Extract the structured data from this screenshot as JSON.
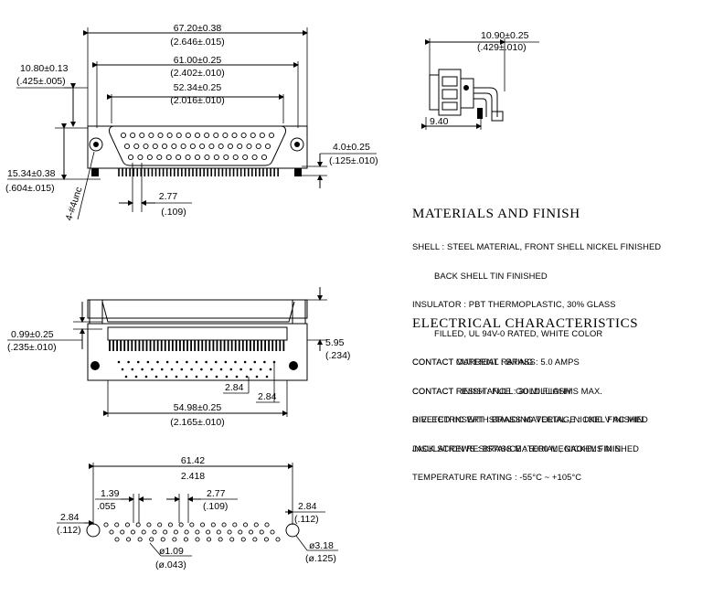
{
  "top_view": {
    "dim_overall": {
      "mm": "67.20±0.38",
      "in": "(2.646±.015)"
    },
    "dim_mount": {
      "mm": "61.00±0.25",
      "in": "(2.402±.010)"
    },
    "dim_shell": {
      "mm": "52.34±0.25",
      "in": "(2.016±.010)"
    },
    "dim_height": {
      "mm": "10.80±0.13",
      "in": "(.425±.005)"
    },
    "dim_depth": {
      "mm": "15.34±0.38",
      "in": "(.604±.015)"
    },
    "dim_pin_len": {
      "mm": "4.0±0.25",
      "in": "(.125±.010)"
    },
    "dim_pitch": {
      "mm": "2.77",
      "in": "(.109)"
    },
    "thread_label": "4-#4unc"
  },
  "side_view": {
    "dim_width": {
      "mm": "10.90±0.25",
      "in": "(.429±.010)"
    },
    "dim_offset": "9.40"
  },
  "front_view": {
    "dim_left": {
      "mm": "0.99±0.25",
      "in": "(.235±.010)"
    },
    "dim_right": {
      "mm": "5.95",
      "in": "(.234)"
    },
    "dim_row1": "2.84",
    "dim_row2": "2.84",
    "dim_bottom": {
      "mm": "54.98±0.25",
      "in": "(2.165±.010)"
    }
  },
  "pcb_layout": {
    "dim_total": {
      "mm": "61.42",
      "in": "2.418"
    },
    "dim_row_offset": {
      "mm": "1.39",
      "in": ".055"
    },
    "dim_pitch": {
      "mm": "2.77",
      "in": "(.109)"
    },
    "dim_left": {
      "mm": "2.84",
      "in": "(.112)"
    },
    "dim_right": {
      "mm": "2.84",
      "in": "(.112)"
    },
    "dim_hole": {
      "mm": "ø1.09",
      "in": "(ø.043)"
    },
    "dim_mount_hole": {
      "mm": "ø3.18",
      "in": "(ø.125)"
    }
  },
  "materials": {
    "title": "MATERIALS AND FINISH",
    "lines": [
      "SHELL : STEEL MATERIAL, FRONT SHELL NICKEL FINISHED",
      "BACK SHELL TIN FINISHED",
      "INSULATOR : PBT THERMOPLASTIC, 30% GLASS",
      "FILLED, UL 94V-0 RATED, WHITE COLOR",
      "CONTACT MATERIAL : BRASS",
      "CONTACT FINISH : FULL GOLD FLASH",
      "RIVETED INSERT : BRASS MATERIAL , NICKEL FINISHED",
      "JACK SCREWS : BRASS MATERIAL , NICKEL FINISHED"
    ]
  },
  "electrical": {
    "title": "ELECTRICAL CHARACTERISTICS",
    "lines": [
      "CONTACT CURRENT RATING : 5.0 AMPS",
      "CONTACT RESISTANCE : 30 MILLIOHMS MAX.",
      "DIELECTRIC WITHSTANDING VOLTAGE : 1000 V AC MIN.",
      "INSULATION RESISTANCE : 5000 MEGAOHMS MIN.",
      "TEMPERATURE RATING : -55°C ~ +105°C"
    ]
  }
}
